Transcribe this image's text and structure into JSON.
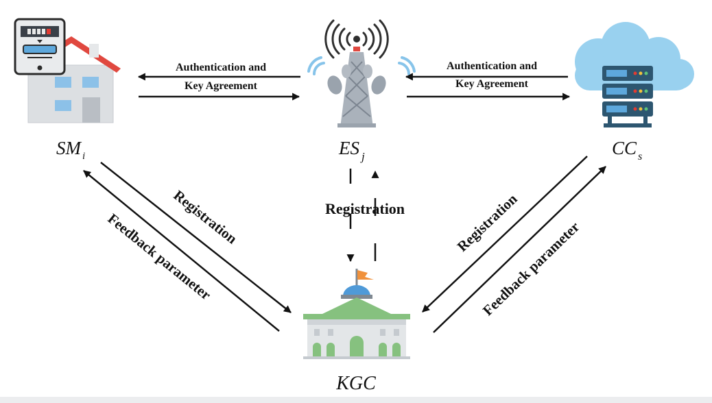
{
  "nodes": {
    "sm": {
      "label": "SM",
      "sub": "i",
      "icon": "smart-meter-house-icon"
    },
    "es": {
      "label": "ES",
      "sub": "j",
      "icon": "edge-server-tower-icon"
    },
    "cc": {
      "label": "CC",
      "sub": "s",
      "icon": "cloud-server-icon"
    },
    "kgc": {
      "label": "KGC",
      "icon": "government-building-icon"
    }
  },
  "edges": {
    "sm_es_auth_line1": "Authentication and",
    "sm_es_auth_line2": "Key Agreement",
    "es_cc_auth_line1": "Authentication and",
    "es_cc_auth_line2": "Key Agreement",
    "es_kgc_registration": "Registration",
    "sm_kgc_registration": "Registration",
    "sm_kgc_feedback": "Feedback parameter",
    "cc_kgc_registration": "Registration",
    "cc_kgc_feedback": "Feedback parameter"
  },
  "colors": {
    "roof": "#e0483f",
    "wall": "#dcdfe2",
    "window": "#8cc1e8",
    "tower": "#9aa3ad",
    "signal": "#3b3b3b",
    "cloud": "#99d1ef",
    "server": "#2d5670",
    "kgc_green": "#86c17f",
    "dome": "#4f9ad8",
    "flag": "#f0913c",
    "text": "#111111"
  }
}
